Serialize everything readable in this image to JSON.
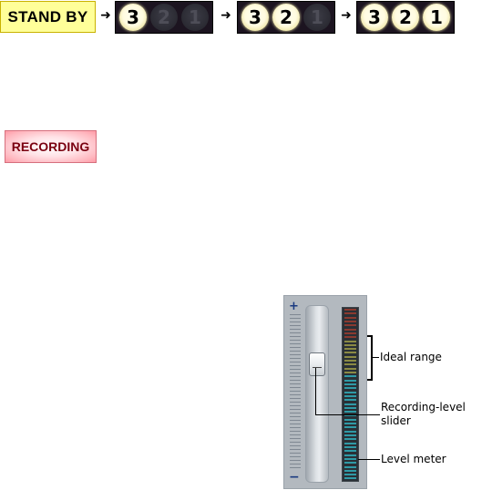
{
  "standby": {
    "label": "STAND BY"
  },
  "arrow_glyph": "➜",
  "countdown": [
    {
      "digits": [
        {
          "text": "3",
          "lit": true
        },
        {
          "text": "2",
          "lit": false
        },
        {
          "text": "1",
          "lit": false
        }
      ]
    },
    {
      "digits": [
        {
          "text": "3",
          "lit": true
        },
        {
          "text": "2",
          "lit": true
        },
        {
          "text": "1",
          "lit": false
        }
      ]
    },
    {
      "digits": [
        {
          "text": "3",
          "lit": true
        },
        {
          "text": "2",
          "lit": true
        },
        {
          "text": "1",
          "lit": true
        }
      ]
    }
  ],
  "recording": {
    "label": "RECORDING"
  },
  "level_panel": {
    "plus_label": "+",
    "minus_label": "−",
    "slider_value": 0.7,
    "meter_segment_count": 44,
    "meter_colors": {
      "top": "#8a3a30",
      "middle": "#8a8a44",
      "bottom": "#2f9aa6"
    }
  },
  "callouts": {
    "ideal_range": "Ideal range",
    "slider_line1": "Recording-level",
    "slider_line2": "slider",
    "level_meter": "Level meter"
  }
}
